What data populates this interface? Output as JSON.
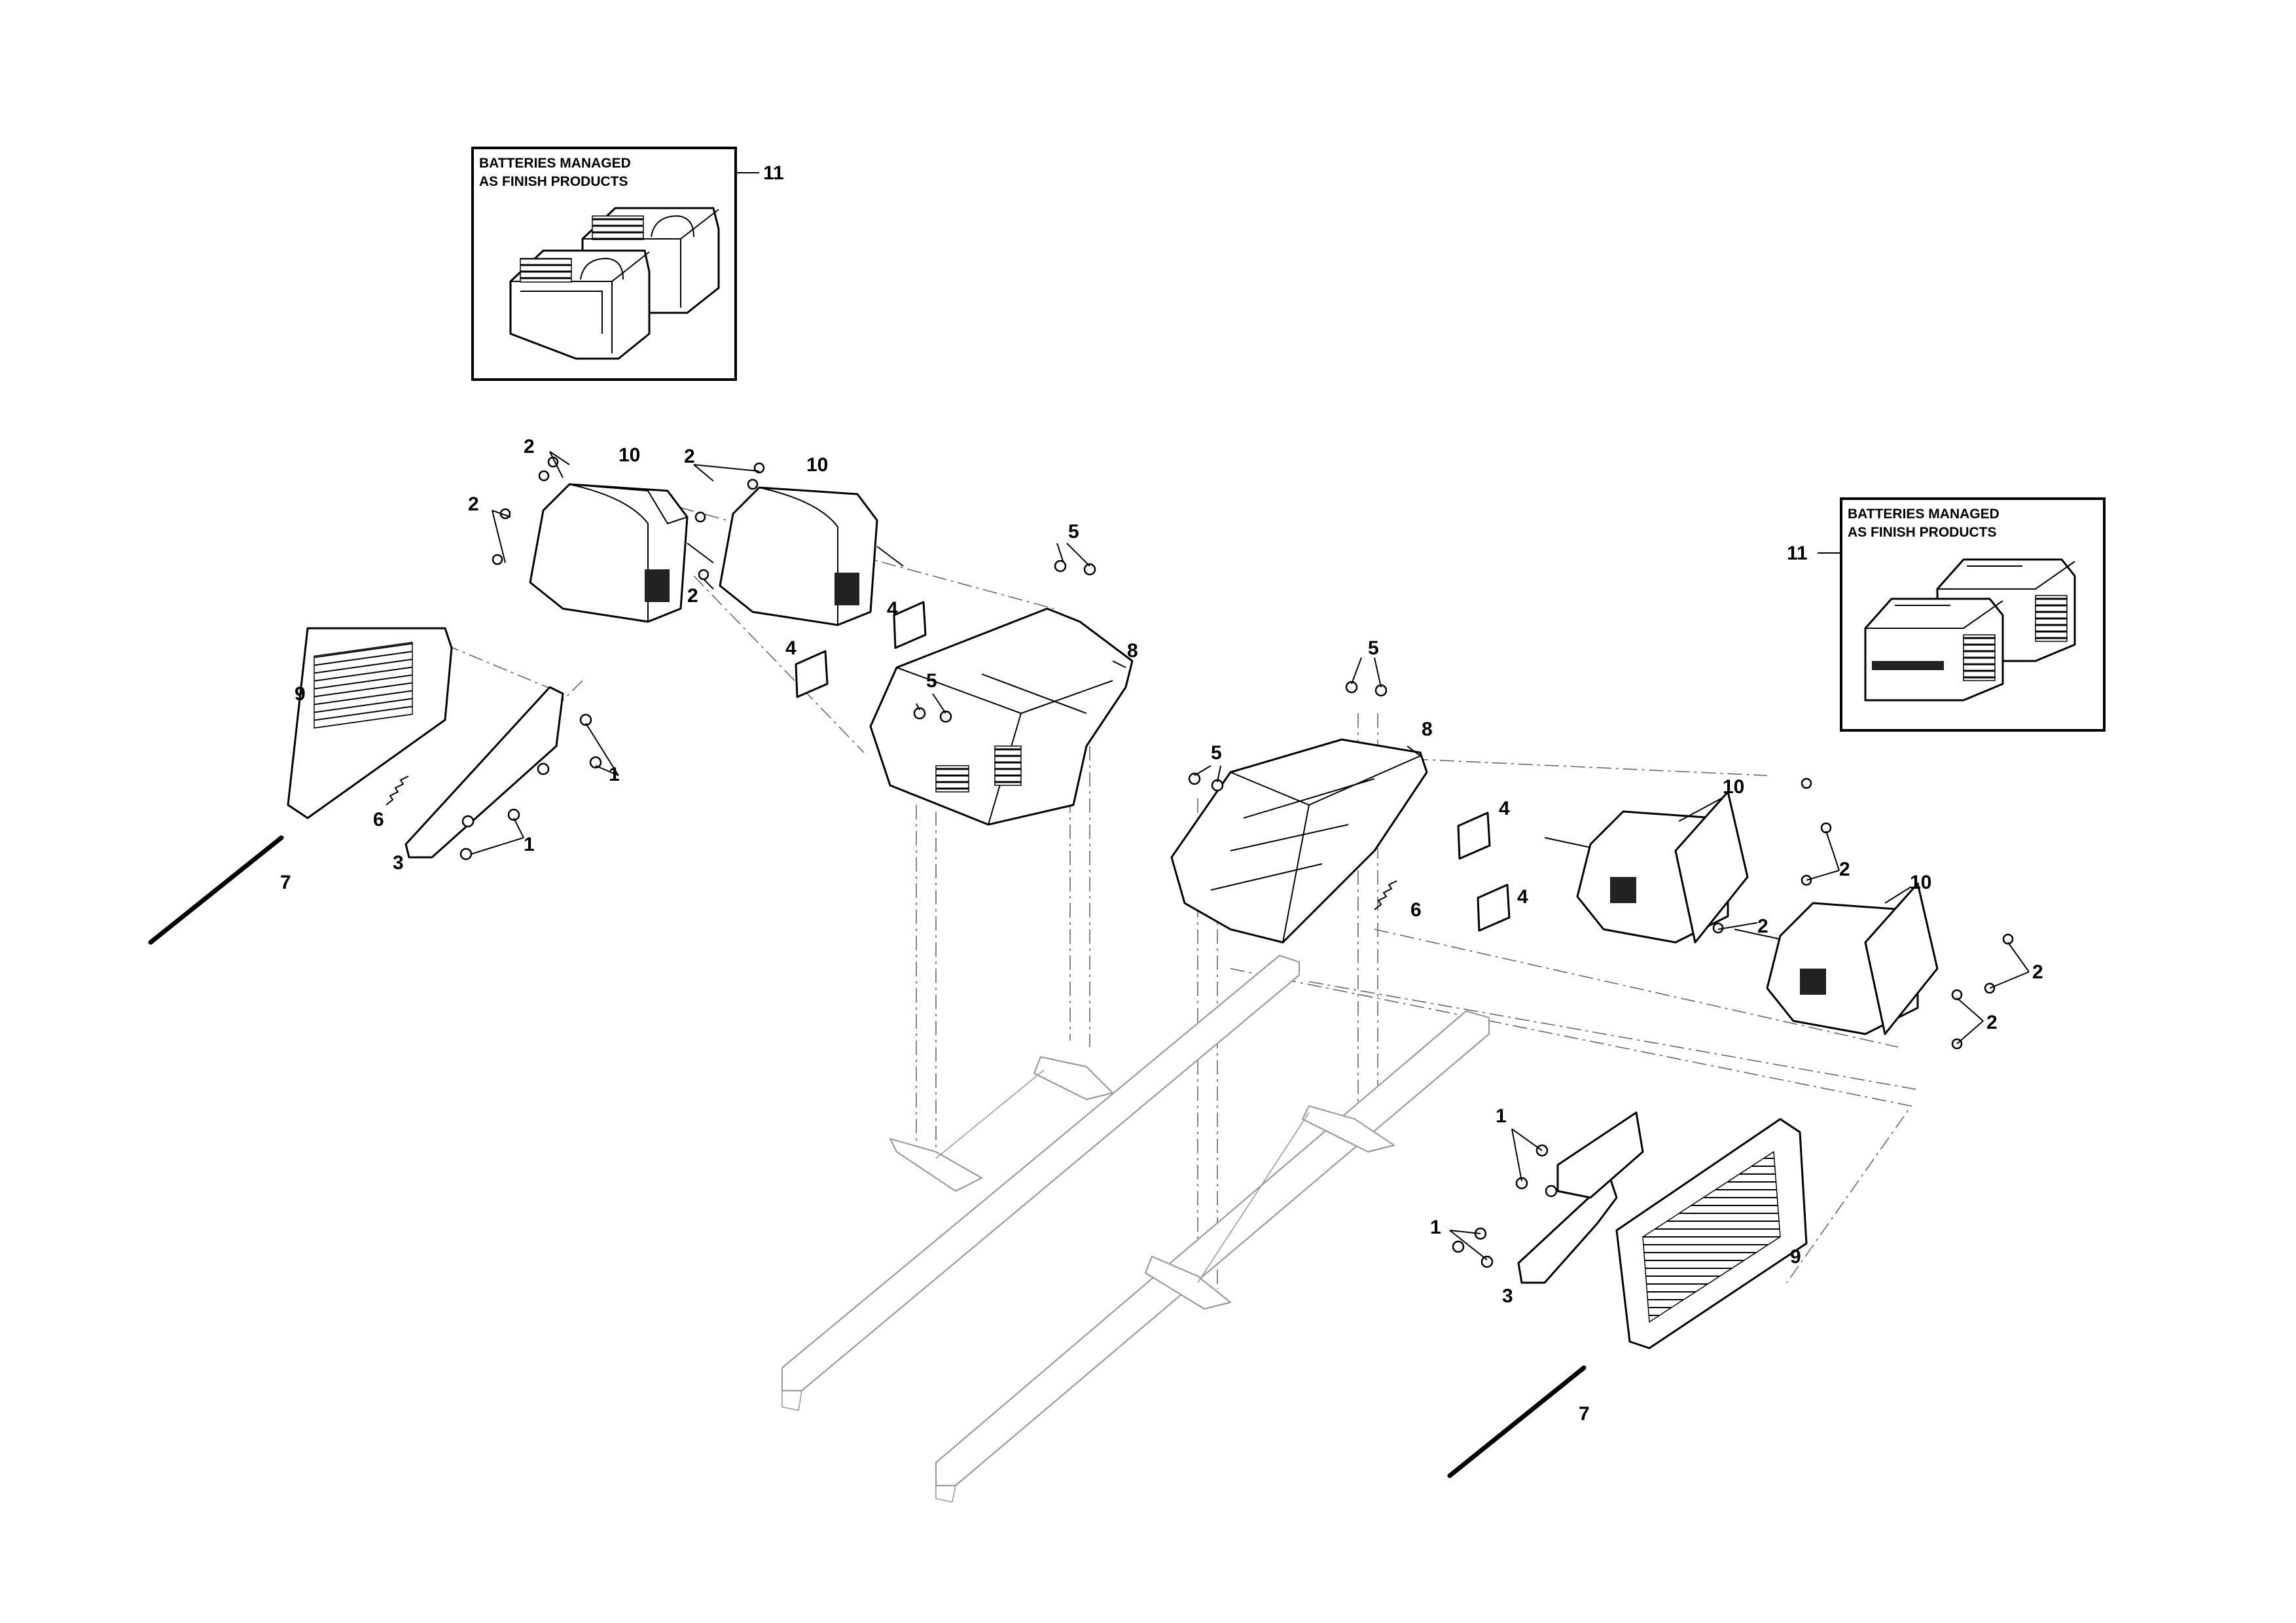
{
  "boxes": [
    {
      "text_line1": "BATTERIES MANAGED",
      "text_line2": "AS FINISH PRODUCTS",
      "ref": "11"
    },
    {
      "text_line1": "BATTERIES MANAGED",
      "text_line2": "AS FINISH PRODUCTS",
      "ref": "11"
    }
  ],
  "labels": {
    "l_2a": "2",
    "l_2b": "2",
    "l_2c": "2",
    "l_2d": "2",
    "l_2e": "2",
    "l_2f": "2",
    "l_2g": "2",
    "l_2h": "2",
    "l_10a": "10",
    "l_10b": "10",
    "l_10c": "10",
    "l_10d": "10",
    "l_5a": "5",
    "l_5b": "5",
    "l_5c": "5",
    "l_5d": "5",
    "l_4a": "4",
    "l_4b": "4",
    "l_4c": "4",
    "l_4d": "4",
    "l_8a": "8",
    "l_8b": "8",
    "l_9a": "9",
    "l_9b": "9",
    "l_1a": "1",
    "l_1b": "1",
    "l_1c": "1",
    "l_1d": "1",
    "l_6a": "6",
    "l_6b": "6",
    "l_3a": "3",
    "l_3b": "3",
    "l_7a": "7",
    "l_7b": "7"
  }
}
